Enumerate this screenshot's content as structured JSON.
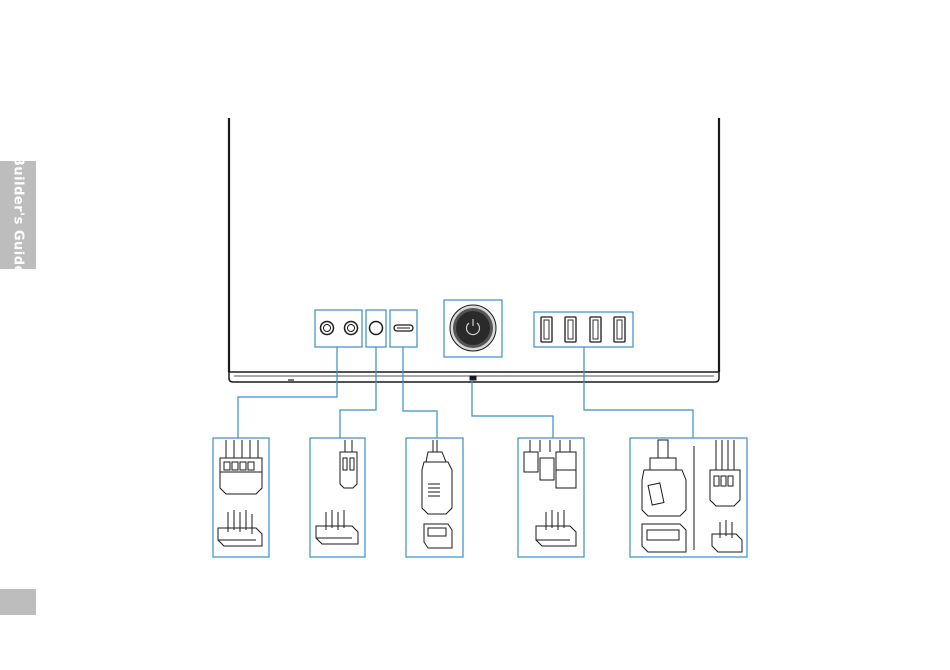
{
  "side_tab": {
    "label": "Builder's Guide"
  },
  "colors": {
    "accent": "#3a8fc8",
    "line": "#1a1a1a",
    "tab_gray": "#bdbdbd"
  },
  "ports": [
    {
      "name": "audio-jacks",
      "icon": "audio-jack-icon"
    },
    {
      "name": "single-jack",
      "icon": "audio-jack-icon"
    },
    {
      "name": "usb-c-port",
      "icon": "usb-c-icon"
    },
    {
      "name": "power-button",
      "icon": "power-icon"
    },
    {
      "name": "usb-a-ports",
      "icon": "usb-a-icon"
    }
  ],
  "connectors": [
    {
      "name": "hd-audio-connector"
    },
    {
      "name": "two-pin-connector"
    },
    {
      "name": "usb-c-header-connector"
    },
    {
      "name": "power-switch-connector"
    },
    {
      "name": "usb3-and-usb2-connector"
    }
  ]
}
